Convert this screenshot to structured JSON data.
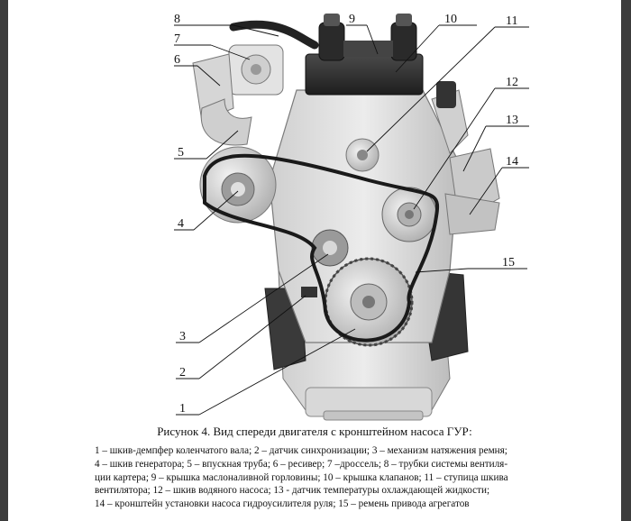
{
  "figure": {
    "callouts": [
      "1",
      "2",
      "3",
      "4",
      "5",
      "6",
      "7",
      "8",
      "9",
      "10",
      "11",
      "12",
      "13",
      "14",
      "15"
    ]
  },
  "caption": {
    "title": "Рисунок 4. Вид спереди двигателя с кронштейном насоса ГУР:",
    "lines": [
      "1 – шкив-демпфер коленчатого вала; 2 – датчик синхронизации; 3 – механизм натяжения ремня;",
      "4 – шкив генератора; 5 – впускная труба; 6 – ресивер; 7 –дроссель; 8 – трубки системы вентиля-",
      "ции картера; 9 – крышка маслоналивной горловины; 10 – крышка клапанов; 11 – ступица шкива",
      "вентилятора; 12 – шкив водяного насоса; 13 - датчик температуры охлаждающей жидкости;",
      "14 – кронштейн установки насоса гидроусилителя руля; 15 – ремень привода агрегатов"
    ]
  },
  "colors": {
    "frame": "#3c3c3c",
    "page": "#ffffff",
    "ink": "#111111"
  }
}
